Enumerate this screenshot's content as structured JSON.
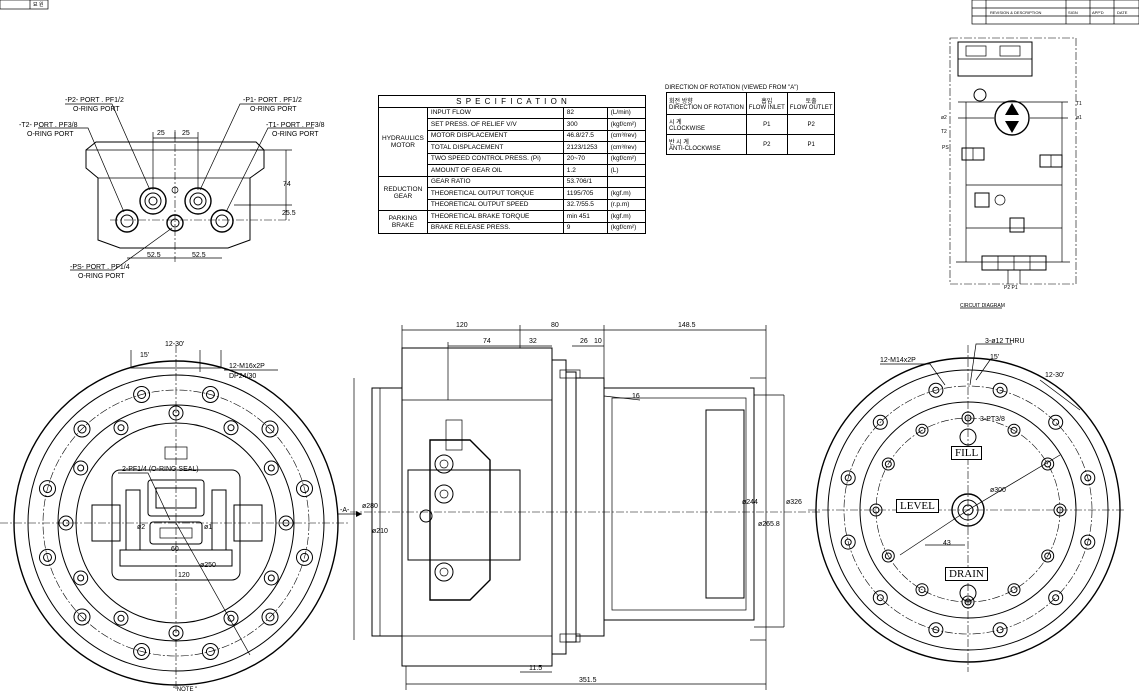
{
  "title_block": {
    "corner_label": "묘 원",
    "rev_header": [
      "REVISION & DESCRIPTION",
      "SIGN",
      "APP'D",
      "DATE"
    ]
  },
  "ports": {
    "p2": "-P2- PORT . PF1/2",
    "p2_sub": "O-RING PORT",
    "t2": "-T2- PORT . PF3/8",
    "t2_sub": "O-RING PORT",
    "p1": "-P1- PORT . PF1/2",
    "p1_sub": "O-RING PORT",
    "t1": "-T1- PORT . PF3/8",
    "t1_sub": "O-RING PORT",
    "ps": "-PS- PORT . PF1/4",
    "ps_sub": "O-RING PORT"
  },
  "top_dims": {
    "d25a": "25",
    "d25b": "25",
    "d74": "74",
    "d255": "25.5",
    "d525a": "52.5",
    "d525b": "52.5"
  },
  "spec": {
    "title": "S P E C I F I C A T I O N",
    "groups": [
      {
        "name": "HYDRAULICS MOTOR",
        "rows": [
          {
            "item": "INPUT FLOW",
            "value": "82",
            "unit": "(L/min)"
          },
          {
            "item": "SET PRESS. OF RELIEF V/V",
            "value": "300",
            "unit": "(kgf/cm²)"
          },
          {
            "item": "MOTOR DISPLACEMENT",
            "value": "46.8/27.5",
            "unit": "(cm³/rev)"
          },
          {
            "item": "TOTAL DISPLACEMENT",
            "value": "2123/1253",
            "unit": "(cm³/rev)"
          },
          {
            "item": "TWO SPEED CONTROL PRESS. (Pi)",
            "value": "20~70",
            "unit": "(kgf/cm²)"
          },
          {
            "item": "AMOUNT OF GEAR OIL",
            "value": "1.2",
            "unit": "(L)"
          }
        ]
      },
      {
        "name": "REDUCTION GEAR",
        "rows": [
          {
            "item": "GEAR RATIO",
            "value": "53.706/1",
            "unit": ""
          },
          {
            "item": "THEORETICAL OUTPUT TORQUE",
            "value": "1195/705",
            "unit": "(kgf.m)"
          },
          {
            "item": "THEORETICAL OUTPUT SPEED",
            "value": "32.7/55.5",
            "unit": "(r.p.m)"
          }
        ]
      },
      {
        "name": "PARKING BRAKE",
        "rows": [
          {
            "item": "THEORETICAL BRAKE TORQUE",
            "value": "min 451",
            "unit": "(kgf.m)"
          },
          {
            "item": "BRAKE RELEASE PRESS.",
            "value": "9",
            "unit": "(kgf/cm²)"
          }
        ]
      }
    ]
  },
  "rotation": {
    "title": "DIRECTION OF ROTATION (VIEWED FROM \"A\")",
    "h1": "회전 방향\nDIRECTION OF ROTATION",
    "h2": "흡입\nFLOW INLET",
    "h3": "토출\nFLOW OUTLET",
    "r1": [
      "시 계\nCLOCKWISE",
      "P1",
      "P2"
    ],
    "r2": [
      "반 시 계\nANTI-CLOCKWISE",
      "P2",
      "P1"
    ]
  },
  "circuit": {
    "caption": "CIRCUIT DIAGRAM",
    "t2": "T2",
    "t1": "T1",
    "a2": "ø2",
    "a1": "ø1",
    "ps": "PS",
    "p2p1": "P2 P1"
  },
  "left_view": {
    "angle1": "12-30'",
    "angle2": "15'",
    "bolt": "12-M16x2P",
    "bolt_dp": "DP24/30",
    "seal": "2-PF1/4 (O-RING SEAL)",
    "a2": "ø2",
    "a1": "ø1",
    "d60": "60",
    "d120": "120",
    "d250": "ø250",
    "note": "\" NOTE \""
  },
  "side_view": {
    "d120": "120",
    "d80": "80",
    "d1485": "148.5",
    "d74": "74",
    "d32": "32",
    "d26": "26",
    "d10": "10",
    "d280": "ø280",
    "d210": "ø210",
    "d244": "ø244",
    "d265": "ø265.8",
    "d326": "ø326",
    "d16": "16",
    "d115": "11.5",
    "d3515": "351.5",
    "arrow_a": "-A-"
  },
  "right_view": {
    "thru": "3-ø12 THRU",
    "bolt": "12-M14x2P",
    "angle1": "15'",
    "angle2": "12-30'",
    "pt": "3-PT3/8",
    "fill": "FILL",
    "level": "LEVEL",
    "drain": "DRAIN",
    "d300": "ø300",
    "d43": "43"
  }
}
